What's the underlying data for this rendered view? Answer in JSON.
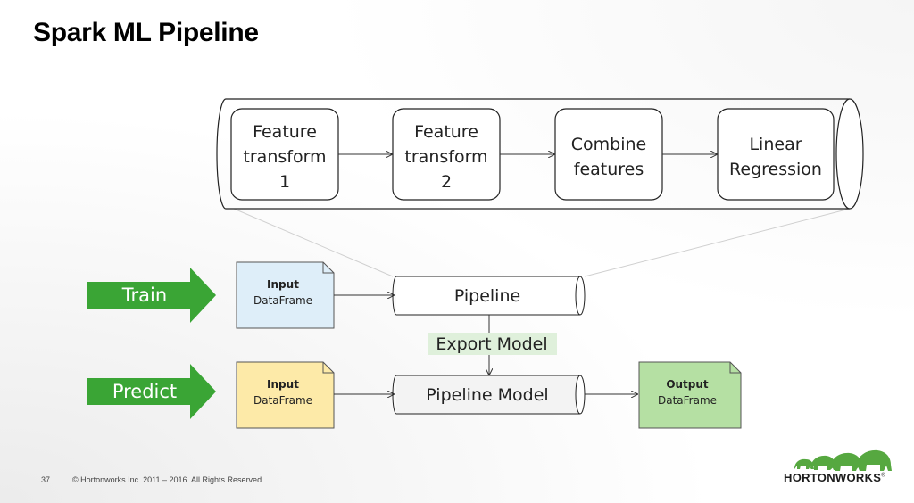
{
  "title": "Spark ML Pipeline",
  "pipeline_stages": [
    {
      "lines": [
        "Feature",
        "transform",
        "1"
      ]
    },
    {
      "lines": [
        "Feature",
        "transform",
        "2"
      ]
    },
    {
      "lines": [
        "Combine",
        "features"
      ]
    },
    {
      "lines": [
        "Linear",
        "Regression"
      ]
    }
  ],
  "train": {
    "label": "Train",
    "input": {
      "title": "Input",
      "subtitle": "DataFrame"
    },
    "cylinder_label": "Pipeline"
  },
  "export_label": "Export Model",
  "predict": {
    "label": "Predict",
    "input": {
      "title": "Input",
      "subtitle": "DataFrame"
    },
    "cylinder_label": "Pipeline Model",
    "output": {
      "title": "Output",
      "subtitle": "DataFrame"
    }
  },
  "footer": {
    "slide_number": "37",
    "copyright": "© Hortonworks Inc. 2011 – 2016. All Rights Reserved"
  },
  "logo": {
    "text": "HORTONWORKS",
    "mark": "®"
  },
  "colors": {
    "arrow_green": "#3aa535",
    "train_doc": "#deeef9",
    "predict_doc": "#fdeaa8",
    "output_doc": "#b5e0a3",
    "export_bg": "#dff0db",
    "elephant_green": "#56a840"
  }
}
